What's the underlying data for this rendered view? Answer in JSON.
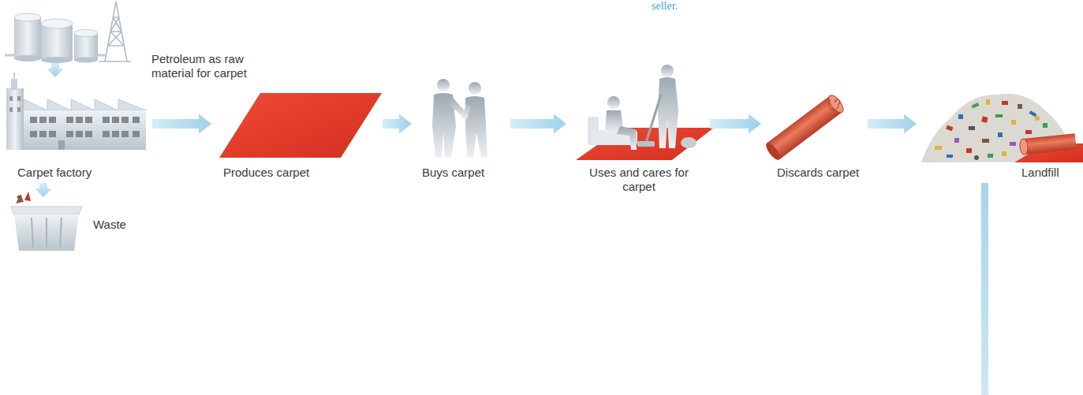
{
  "diagram": {
    "nodes": [
      {
        "text": [
          "Petroleum as raw material for carpet"
        ]
      },
      {
        "text": [
          "Carpet factory"
        ]
      },
      {
        "text": [
          "Produces carpet"
        ]
      },
      {
        "text": [
          "Buys carpet"
        ]
      },
      {
        "text": [
          "Uses and cares for carpet"
        ]
      },
      {
        "text": [
          "Discards carpet"
        ]
      },
      {
        "text": [
          "Landfill"
        ]
      },
      {
        "text": [
          "Waste"
        ]
      }
    ],
    "edges": [
      {
        "from": 0,
        "to": 1,
        "arrow": "to"
      },
      {
        "from": 1,
        "to": 2,
        "arrow": "to"
      },
      {
        "from": 2,
        "to": 3,
        "arrow": "to"
      },
      {
        "from": 3,
        "to": 4,
        "arrow": "to"
      },
      {
        "from": 4,
        "to": 5,
        "arrow": "to"
      },
      {
        "from": 5,
        "to": 6,
        "arrow": "to"
      },
      {
        "from": 1,
        "to": 7,
        "arrow": "to"
      }
    ],
    "labels": [
      "seller."
    ]
  }
}
